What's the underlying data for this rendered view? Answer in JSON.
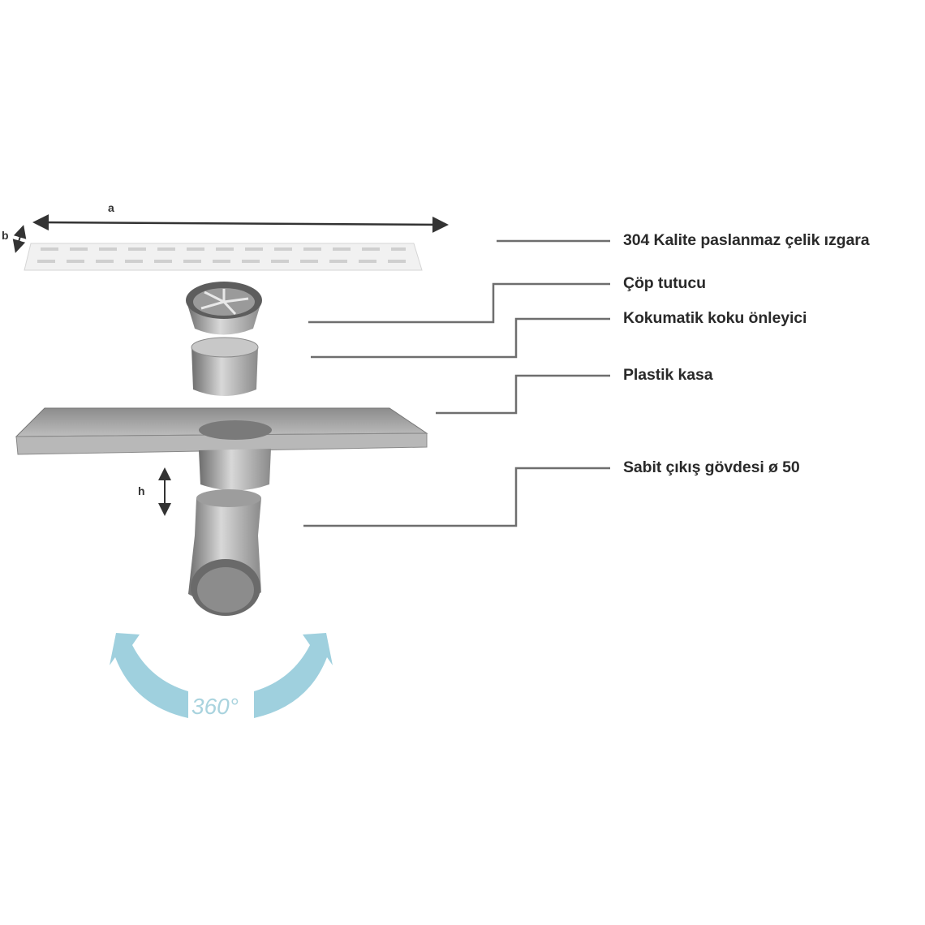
{
  "dimensions": {
    "a": "a",
    "b": "b",
    "h": "h"
  },
  "labels": [
    "304 Kalite paslanmaz çelik ızgara",
    "Çöp tutucu",
    "Kokumatik koku önleyici",
    "Plastik kasa",
    "Sabit çıkış gövdesi ø 50"
  ],
  "rotation": {
    "text": "360°"
  },
  "colors": {
    "rotation_arrow": "#9fd0de",
    "leader_line": "#6e6e6e",
    "label": "#2a2a2a"
  }
}
